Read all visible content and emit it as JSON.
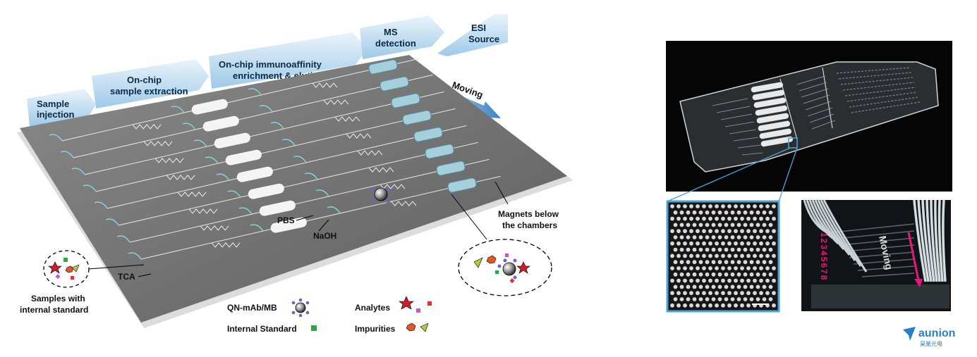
{
  "workflow": {
    "steps": [
      {
        "lines": [
          "Sample",
          "injection"
        ]
      },
      {
        "lines": [
          "On-chip",
          "sample extraction"
        ]
      },
      {
        "lines": [
          "On-chip immunoaffinity",
          "enrichment & elution"
        ]
      },
      {
        "lines": [
          "MS",
          "detection"
        ]
      },
      {
        "lines": [
          "ESI",
          "Source"
        ]
      }
    ]
  },
  "chip": {
    "moving_label": "Moving",
    "magnets_label_lines": [
      "Magnets below",
      "the chambers"
    ],
    "pbs_label": "PBS",
    "naoh_label": "NaOH",
    "tca_label": "TCA",
    "samples_label_lines": [
      "Samples with",
      "internal standard"
    ]
  },
  "legend": {
    "qn_label": "QN-mAb/MB",
    "internal_standard_label": "Internal Standard",
    "analytes_label": "Analytes",
    "impurities_label": "Impurities"
  },
  "photos": {
    "lane_numbers": "12345678",
    "moving_label": "Moving"
  },
  "brand": {
    "name": "aunion",
    "subtitle": "昊量光电"
  },
  "colors": {
    "arrow_blue": "#5b9bd5",
    "chip_gray": "#6f6f6f",
    "cyan": "#7fd6e0",
    "inset_border": "#4aa3d6",
    "magenta": "#e6197a"
  }
}
